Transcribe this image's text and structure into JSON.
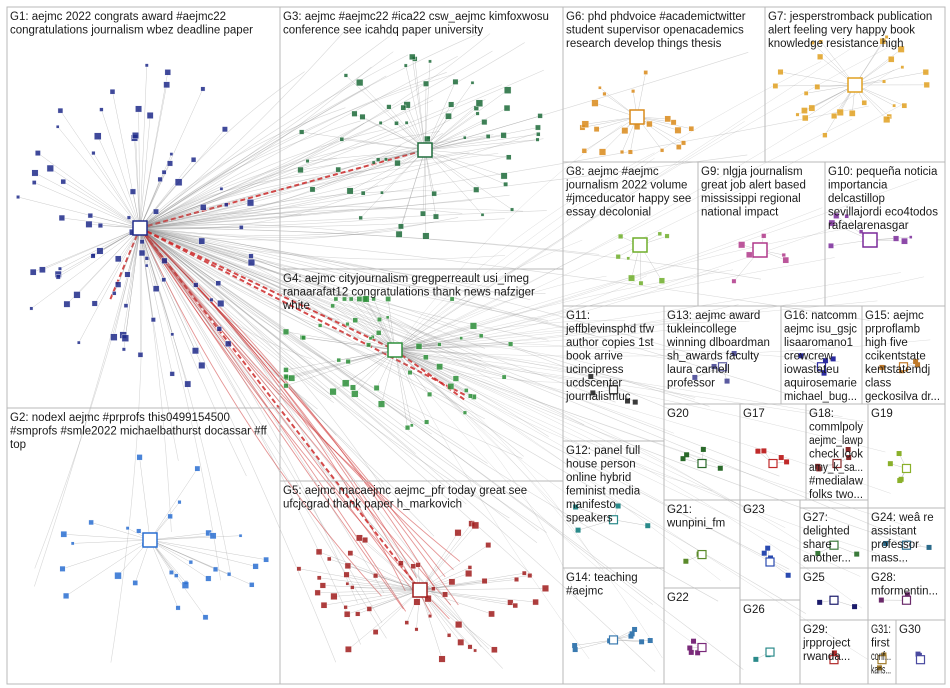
{
  "colors": {
    "background": "#ffffff",
    "panel_border": "#b9b9b9",
    "edge": "#8c8c8c",
    "edge_red": "#cc2a2a",
    "label_text": "#1a1a1a"
  },
  "panels": [
    {
      "id": "G1",
      "lines": [
        "G1: aejmc 2022 congrats award #aejmc22",
        "congratulations journalism wbez deadline paper"
      ],
      "color": "#1f2a8a"
    },
    {
      "id": "G2",
      "lines": [
        "G2: nodexl aejmc #prprofs this0499154500",
        "#smprofs #smle2022 michaelbathurst docassar #ff",
        "top"
      ],
      "color": "#2a6fd1"
    },
    {
      "id": "G3",
      "lines": [
        "G3: aejmc #aejmc22 #ica22 csw_aejmc kimfoxwosu",
        "conference see icahdq paper university"
      ],
      "color": "#1d6b3a"
    },
    {
      "id": "G4",
      "lines": [
        "G4: aejmc cityjournalism gregperreault usi_imeg",
        "ranaarafat12 congratulations thank news nafziger",
        "white"
      ],
      "color": "#2d8f3a"
    },
    {
      "id": "G5",
      "lines": [
        "G5: aejmc macaejmc aejmc_pfr today great see",
        "ufcjcgrad thank paper h_markovich"
      ],
      "color": "#a01c1c"
    },
    {
      "id": "G6",
      "lines": [
        "G6: phd phdvoice #academictwitter",
        "student supervisor openacademics",
        "research develop things thesis"
      ],
      "color": "#d98a1a"
    },
    {
      "id": "G7",
      "lines": [
        "G7: jesperstromback publication",
        "alert feeling very happy book",
        "knowledge resistance high"
      ],
      "color": "#e0a020"
    },
    {
      "id": "G8",
      "lines": [
        "G8: aejmc #aejmc",
        "journalism 2022 volume",
        "#jmceducator happy see",
        "essay decolonial"
      ],
      "color": "#6fae2a"
    },
    {
      "id": "G9",
      "lines": [
        "G9: nlgja journalism",
        "great job alert based",
        "mississippi regional",
        "national impact"
      ],
      "color": "#b0388a"
    },
    {
      "id": "G10",
      "lines": [
        "G10: pequeña noticia",
        "importancia",
        "delcastillop",
        "sevillajordi eco4todos",
        "rafaelarenasgar"
      ],
      "color": "#7a2a9a"
    },
    {
      "id": "G11",
      "lines": [
        "G11:",
        "jeffblevinsphd tfw",
        "author copies 1st",
        "book arrive",
        "ucincipress",
        "ucdscenter",
        "journalismuc"
      ],
      "color": "#3a3a3a"
    },
    {
      "id": "G12",
      "lines": [
        "G12: panel full",
        "house person",
        "online hybrid",
        "feminist media",
        "manifesto",
        "speakers"
      ],
      "color": "#2a8a8a"
    },
    {
      "id": "G13",
      "lines": [
        "G13: aejmc award",
        "tukleincollege",
        "winning dlboardman",
        "sh_awards faculty",
        "laura carnell",
        "professor"
      ],
      "color": "#5a5aa0"
    },
    {
      "id": "G14",
      "lines": [
        "G14: teaching",
        "#aejmc"
      ],
      "color": "#3a7ab0"
    },
    {
      "id": "G15",
      "lines": [
        "G15: aejmc",
        "prproflamb",
        "high five",
        "ccikentstate",
        "kentstatemdj",
        "class",
        "geckosilva dr..."
      ],
      "color": "#c07a2a"
    },
    {
      "id": "G16",
      "lines": [
        "G16: natcomm",
        "aejmc isu_gsjc",
        "lisaaromano1",
        "crewcrew",
        "iowastateu",
        "aquirosemarie",
        "michael_bug..."
      ],
      "color": "#2a2aa0"
    },
    {
      "id": "G17",
      "lines": [
        "G17"
      ],
      "color": "#c02a2a"
    },
    {
      "id": "G18",
      "lines": [
        "G18:",
        "commlpoly",
        "aejmc_lawp",
        "check look",
        "amy_k_sa...",
        "#medialaw",
        "folks two..."
      ],
      "color": "#8a2a2a"
    },
    {
      "id": "G19",
      "lines": [
        "G19"
      ],
      "color": "#8ab02a"
    },
    {
      "id": "G20",
      "lines": [
        "G20"
      ],
      "color": "#2a6a2a"
    },
    {
      "id": "G21",
      "lines": [
        "G21:",
        "wunpini_fm"
      ],
      "color": "#5a8a2a"
    },
    {
      "id": "G22",
      "lines": [
        "G22"
      ],
      "color": "#7a2a7a"
    },
    {
      "id": "G23",
      "lines": [
        "G23"
      ],
      "color": "#2a4ab0"
    },
    {
      "id": "G24",
      "lines": [
        "G24: weâ re",
        "assistant",
        "professor",
        "mass..."
      ],
      "color": "#2a6a8a"
    },
    {
      "id": "G25",
      "lines": [
        "G25"
      ],
      "color": "#1a1a6a"
    },
    {
      "id": "G26",
      "lines": [
        "G26"
      ],
      "color": "#2a8a8a"
    },
    {
      "id": "G27",
      "lines": [
        "G27:",
        "delighted",
        "share",
        "another..."
      ],
      "color": "#3a7a3a"
    },
    {
      "id": "G28",
      "lines": [
        "G28:",
        "mformentin..."
      ],
      "color": "#6a2a6a"
    },
    {
      "id": "G29",
      "lines": [
        "G29:",
        "jrpproject",
        "rwanda..."
      ],
      "color": "#b02a2a"
    },
    {
      "id": "G30",
      "lines": [
        "G30"
      ],
      "color": "#4a4aa0"
    },
    {
      "id": "G31",
      "lines": [
        "G31:",
        "first",
        "conf...",
        "kans..."
      ],
      "color": "#a07a2a"
    }
  ]
}
